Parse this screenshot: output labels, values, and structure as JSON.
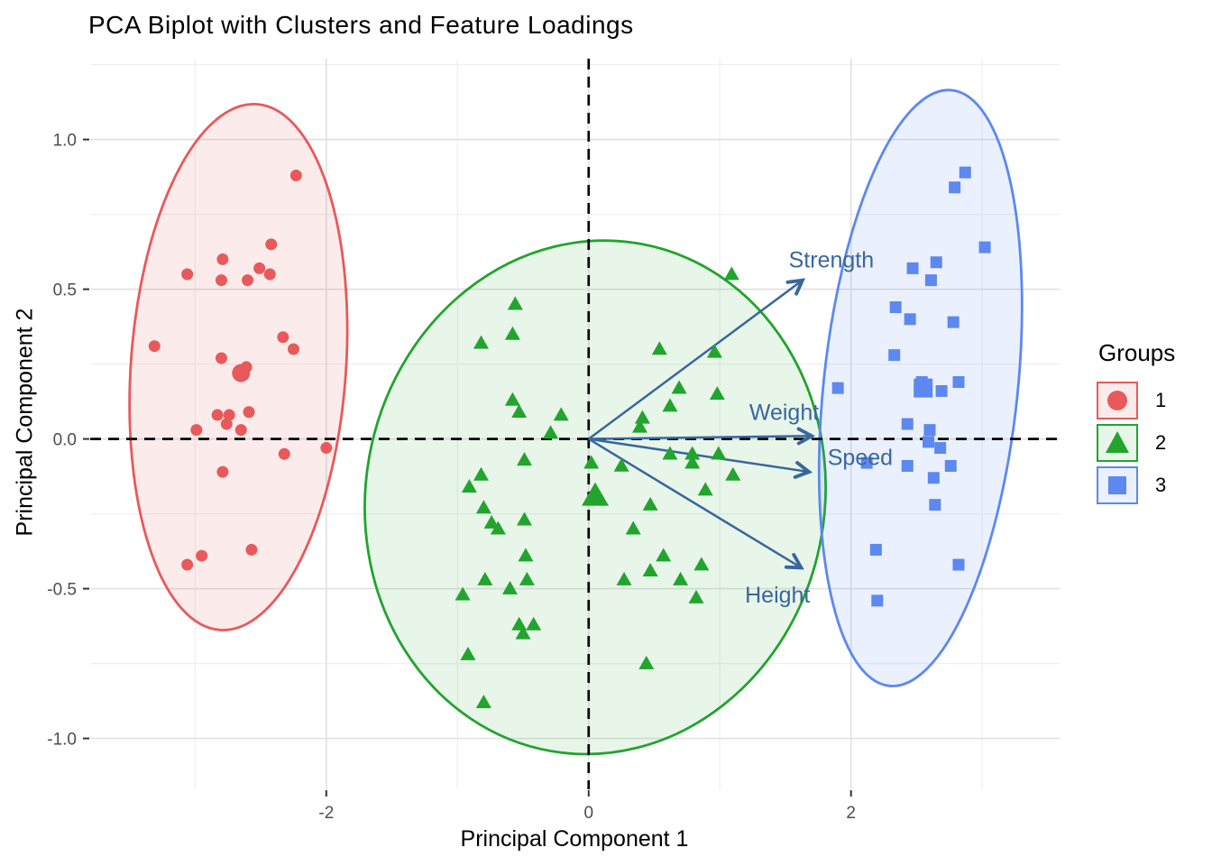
{
  "title": "PCA Biplot with Clusters and Feature Loadings",
  "legend": {
    "title": "Groups",
    "items": [
      {
        "label": "1",
        "shape": "circle"
      },
      {
        "label": "2",
        "shape": "triangle"
      },
      {
        "label": "3",
        "square_note": "",
        "shape": "square"
      }
    ]
  },
  "colors": {
    "group1": "#E8595B",
    "group1_fill": "rgba(232,89,91,0.12)",
    "group2": "#22A42D",
    "group2_fill": "rgba(34,164,45,0.10)",
    "group3": "#5C88F0",
    "group3_fill": "rgba(92,136,240,0.13)",
    "arrow": "#39679D",
    "grid_major": "#E2E2E2",
    "grid_minor": "#F0F0F0",
    "dashed_line": "#000000",
    "tick_mark": "#333333",
    "tick_text": "#4D4D4D",
    "text": "#000000",
    "background": "#FFFFFF"
  },
  "chart_data": {
    "type": "scatter",
    "title": "PCA Biplot with Clusters and Feature Loadings",
    "xlabel": "Principal Component 1",
    "ylabel": "Principal Component 2",
    "xlim": [
      -3.8,
      3.59
    ],
    "ylim": [
      -1.17,
      1.27
    ],
    "grid": true,
    "legend_position": "right",
    "x_ticks": [
      {
        "value": -2,
        "label": "-2"
      },
      {
        "value": 0,
        "label": "0"
      },
      {
        "value": 2,
        "label": "2"
      }
    ],
    "y_ticks": [
      {
        "value": 1.0,
        "label": "1.0"
      },
      {
        "value": 0.5,
        "label": "0.5"
      },
      {
        "value": 0.0,
        "label": "0.0"
      },
      {
        "value": -0.5,
        "label": "-0.5"
      },
      {
        "value": -1.0,
        "label": "-1.0"
      }
    ],
    "x_minor_gridlines": [
      -3,
      -1,
      1,
      3
    ],
    "y_minor_gridlines": [
      1.25,
      0.75,
      0.25,
      -0.25,
      -0.75
    ],
    "zero_lines": {
      "x": 0,
      "y": 0,
      "style": "dashed"
    },
    "series": [
      {
        "name": "1",
        "marker": "circle",
        "color": "#E8595B",
        "points": [
          [
            -2.23,
            0.88
          ],
          [
            -2.42,
            0.65
          ],
          [
            -2.79,
            0.6
          ],
          [
            -2.51,
            0.57
          ],
          [
            -2.43,
            0.55
          ],
          [
            -3.06,
            0.55
          ],
          [
            -2.8,
            0.53
          ],
          [
            -2.6,
            0.53
          ],
          [
            -2.33,
            0.34
          ],
          [
            -3.31,
            0.31
          ],
          [
            -2.25,
            0.3
          ],
          [
            -2.8,
            0.27
          ],
          [
            -2.61,
            0.24
          ],
          [
            -2.83,
            0.08
          ],
          [
            -2.74,
            0.08
          ],
          [
            -2.59,
            0.09
          ],
          [
            -2.99,
            0.03
          ],
          [
            -2.76,
            0.05
          ],
          [
            -2.65,
            0.03
          ],
          [
            -2.0,
            -0.03
          ],
          [
            -2.32,
            -0.05
          ],
          [
            -2.79,
            -0.11
          ],
          [
            -2.57,
            -0.37
          ],
          [
            -2.95,
            -0.39
          ],
          [
            -3.06,
            -0.42
          ]
        ],
        "centroid": [
          -2.65,
          0.22
        ]
      },
      {
        "name": "2",
        "marker": "triangle",
        "color": "#22A42D",
        "points": [
          [
            -0.56,
            0.45
          ],
          [
            -0.58,
            0.35
          ],
          [
            -0.82,
            0.32
          ],
          [
            1.09,
            0.55
          ],
          [
            0.96,
            0.29
          ],
          [
            0.54,
            0.3
          ],
          [
            0.98,
            0.15
          ],
          [
            0.69,
            0.17
          ],
          [
            0.62,
            0.11
          ],
          [
            0.41,
            0.07
          ],
          [
            0.39,
            0.04
          ],
          [
            -0.58,
            0.13
          ],
          [
            -0.53,
            0.09
          ],
          [
            -0.21,
            0.08
          ],
          [
            -0.29,
            0.02
          ],
          [
            0.02,
            -0.08
          ],
          [
            0.25,
            -0.09
          ],
          [
            0.62,
            -0.05
          ],
          [
            0.79,
            -0.05
          ],
          [
            0.79,
            -0.08
          ],
          [
            0.99,
            -0.05
          ],
          [
            1.1,
            -0.12
          ],
          [
            0.89,
            -0.17
          ],
          [
            -0.49,
            -0.07
          ],
          [
            -0.82,
            -0.12
          ],
          [
            -0.91,
            -0.16
          ],
          [
            0.47,
            -0.22
          ],
          [
            -0.8,
            -0.23
          ],
          [
            -0.74,
            -0.28
          ],
          [
            -0.69,
            -0.3
          ],
          [
            -0.49,
            -0.27
          ],
          [
            0.34,
            -0.3
          ],
          [
            0.57,
            -0.39
          ],
          [
            0.47,
            -0.44
          ],
          [
            0.86,
            -0.42
          ],
          [
            0.7,
            -0.47
          ],
          [
            0.27,
            -0.47
          ],
          [
            0.82,
            -0.53
          ],
          [
            -0.48,
            -0.39
          ],
          [
            -0.47,
            -0.47
          ],
          [
            -0.79,
            -0.47
          ],
          [
            -0.96,
            -0.52
          ],
          [
            -0.6,
            -0.5
          ],
          [
            -0.53,
            -0.62
          ],
          [
            -0.42,
            -0.62
          ],
          [
            -0.5,
            -0.65
          ],
          [
            -0.92,
            -0.72
          ],
          [
            0.44,
            -0.75
          ],
          [
            -0.8,
            -0.88
          ]
        ],
        "centroid": [
          0.05,
          -0.19
        ]
      },
      {
        "name": "3",
        "marker": "square",
        "color": "#5C88F0",
        "points": [
          [
            2.87,
            0.89
          ],
          [
            2.79,
            0.84
          ],
          [
            3.02,
            0.64
          ],
          [
            2.65,
            0.59
          ],
          [
            2.47,
            0.57
          ],
          [
            2.61,
            0.53
          ],
          [
            2.34,
            0.44
          ],
          [
            2.45,
            0.4
          ],
          [
            2.78,
            0.39
          ],
          [
            2.33,
            0.28
          ],
          [
            2.54,
            0.19
          ],
          [
            2.82,
            0.19
          ],
          [
            1.9,
            0.17
          ],
          [
            2.69,
            0.16
          ],
          [
            2.43,
            0.05
          ],
          [
            2.6,
            0.03
          ],
          [
            2.59,
            -0.01
          ],
          [
            2.68,
            -0.03
          ],
          [
            2.12,
            -0.08
          ],
          [
            2.43,
            -0.09
          ],
          [
            2.76,
            -0.09
          ],
          [
            2.63,
            -0.13
          ],
          [
            2.64,
            -0.22
          ],
          [
            2.19,
            -0.37
          ],
          [
            2.82,
            -0.42
          ],
          [
            2.2,
            -0.54
          ]
        ],
        "centroid": [
          2.55,
          0.17
        ]
      }
    ],
    "ellipses": [
      {
        "group": "1",
        "cx": -2.67,
        "cy": 0.24,
        "rx": 0.82,
        "ry": 0.88,
        "angle_deg": 4,
        "stroke": "#E8595B",
        "fill": "rgba(232,89,91,0.12)"
      },
      {
        "group": "2",
        "cx": 0.05,
        "cy": -0.195,
        "rx": 1.75,
        "ry": 0.86,
        "angle_deg": 10,
        "stroke": "#22A42D",
        "fill": "rgba(34,164,45,0.10)"
      },
      {
        "group": "3",
        "cx": 2.53,
        "cy": 0.17,
        "rx": 0.74,
        "ry": 1.0,
        "angle_deg": 6,
        "stroke": "#5C88F0",
        "fill": "rgba(92,136,240,0.13)"
      }
    ],
    "loadings": [
      {
        "name": "Strength",
        "x": 1.63,
        "y": 0.53,
        "label_x": 1.85,
        "label_y": 0.6
      },
      {
        "name": "Weight",
        "x": 1.7,
        "y": 0.01,
        "label_x": 1.49,
        "label_y": 0.09
      },
      {
        "name": "Speed",
        "x": 1.68,
        "y": -0.11,
        "label_x": 2.07,
        "label_y": -0.06
      },
      {
        "name": "Height",
        "x": 1.62,
        "y": -0.43,
        "label_x": 1.44,
        "label_y": -0.52
      }
    ]
  }
}
